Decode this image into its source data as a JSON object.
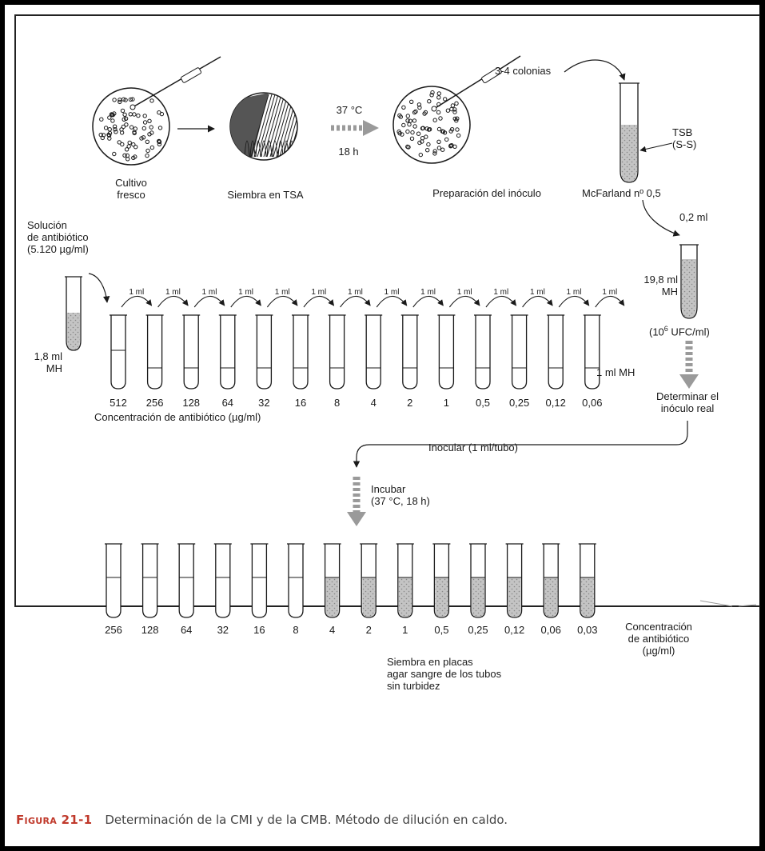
{
  "stage1": {
    "cultivo": "Cultivo\nfresco",
    "siembra_tsa": "Siembra en TSA",
    "temp": "37 °C",
    "time": "18 h",
    "preparacion": "Preparación del inóculo",
    "colonias": "3-4 colonias",
    "tsb": "TSB\n(S-S)",
    "mcfarland": "McFarland nº 0,5"
  },
  "stage2": {
    "solucion": "Solución\nde antibiótico\n(5.120 µg/ml)",
    "transfer_label": "1 ml",
    "diluent": "1,8 ml\nMH",
    "one_ml_mh": "1 ml MH",
    "vol_02": "0,2 ml",
    "vol_198": "19,8 ml\nMH",
    "ufc_prefix": "(10",
    "ufc_exp": "6",
    "ufc_suffix": " UFC/ml)",
    "determinar": "Determinar el\ninóculo real",
    "concentrations": [
      "512",
      "256",
      "128",
      "64",
      "32",
      "16",
      "8",
      "4",
      "2",
      "1",
      "0,5",
      "0,25",
      "0,12",
      "0,06"
    ],
    "conc_axis_label": "Concentración de antibiótico (µg/ml)"
  },
  "stage3": {
    "inocular": "Inocular (1 ml/tubo)",
    "incubar": "Incubar\n(37 °C, 18 h)",
    "concentrations": [
      "256",
      "128",
      "64",
      "32",
      "16",
      "8",
      "4",
      "2",
      "1",
      "0,5",
      "0,25",
      "0,12",
      "0,06",
      "0,03"
    ],
    "turbid_from_index": 6,
    "conc_label": "Concentración\nde antibiótico\n(µg/ml)",
    "siembra_placas": "Siembra en placas\nagar sangre de los tubos\nsin turbidez"
  },
  "caption": {
    "figure": "Figura 21-1",
    "text": "Determinación de la CMI y de la CMB. Método de dilución en caldo."
  },
  "colors": {
    "ink": "#1a1a1a",
    "arrow_gray": "#9a9a9a",
    "turbid": "#b8b8b8",
    "caption_red": "#c0392b"
  }
}
